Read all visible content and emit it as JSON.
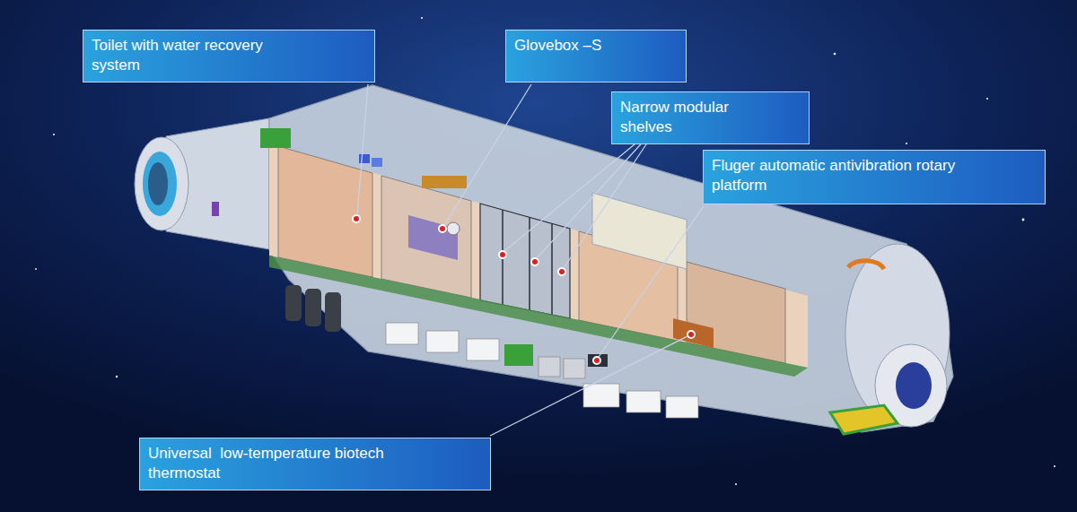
{
  "diagram": {
    "nodes": [
      {
        "text": [
          "Toilet with water recovery system"
        ]
      },
      {
        "text": [
          "Glovebox –S"
        ]
      },
      {
        "text": [
          "Narrow modular shelves"
        ]
      },
      {
        "text": [
          "Fluger automatic antivibration rotary platform"
        ]
      },
      {
        "text": [
          "Universal  low-temperature biotech thermostat"
        ]
      }
    ]
  }
}
